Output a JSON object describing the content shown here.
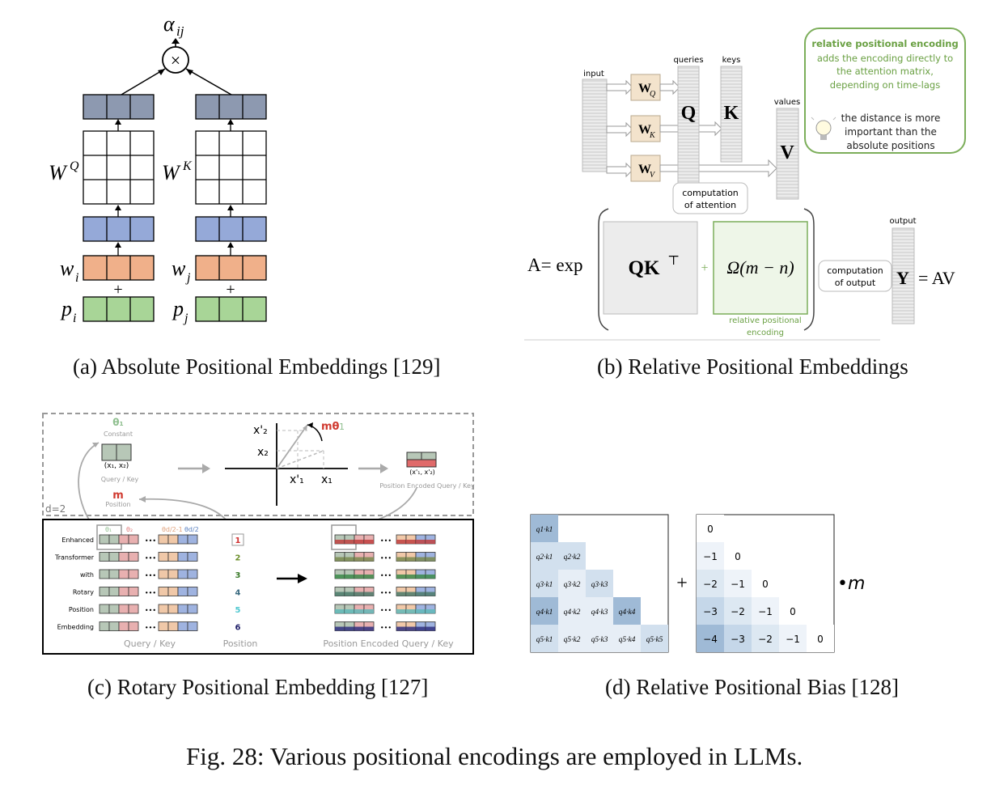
{
  "figure_caption": "Fig. 28: Various positional encodings are employed in LLMs.",
  "panels": {
    "a": {
      "caption": "(a) Absolute Positional Embeddings [129]",
      "alpha_label": "α",
      "alpha_sub": "ij",
      "times_symbol": "×",
      "wq_label": "W",
      "wq_sup": "Q",
      "wk_label": "W",
      "wk_sup": "K",
      "wi_label": "w",
      "wi_sub": "i",
      "wj_label": "w",
      "wj_sub": "j",
      "pi_label": "p",
      "pi_sub": "i",
      "pj_label": "p",
      "pj_sub": "j",
      "plus": "+",
      "colors": {
        "query_key": "#8d99b0",
        "projected": "#95a9d8",
        "word": "#f0b08a",
        "position": "#a8d597"
      }
    },
    "b": {
      "caption": "(b) Relative Positional Embeddings",
      "input_label": "input",
      "queries_label": "queries",
      "keys_label": "keys",
      "values_label": "values",
      "output_label": "output",
      "wq": "W",
      "wq_sub": "Q",
      "wk": "W",
      "wk_sub": "K",
      "wv": "W",
      "wv_sub": "V",
      "q": "Q",
      "k": "K",
      "v": "V",
      "box_title": "relative positional encoding",
      "box_line1": "adds the encoding directly to",
      "box_line2": "the attention matrix,",
      "box_line3": "depending on time-lags",
      "box_note1": "the distance is more",
      "box_note2": "important than the",
      "box_note3": "absolute positions",
      "comp_attention_1": "computation",
      "comp_attention_2": "of attention",
      "a_eq": "A= exp",
      "qkt": "QK",
      "qkt_sup": "⊤",
      "plus": "+",
      "omega": "Ω(m − n)",
      "rel_enc_1": "relative positional",
      "rel_enc_2": "encoding",
      "comp_output_1": "computation",
      "comp_output_2": "of output",
      "y_eq": "Y",
      "av_eq": "= AV",
      "colors": {
        "green": "#7cae5a",
        "weight": "#f3e3cc"
      }
    },
    "c": {
      "caption": "(c) Rotary Positional Embedding [127]",
      "theta1": "θ₁",
      "constant": "Constant",
      "x_pair": "(x₁, x₂)",
      "query_key_small": "Query / Key",
      "m_label": "m",
      "position_small": "Position",
      "d_label": "d=2",
      "xp2": "x'₂",
      "x2": "x₂",
      "xp1": "x'₁",
      "x1": "x₁",
      "m_theta": "mθ",
      "m_theta_sub": "1",
      "xp_pair": "(x'₁, x'₂)",
      "pe_query_key_small": "Position Encoded Query / Key",
      "header_theta1": "θ₁",
      "header_theta2": "θ₂",
      "header_theta_d2_1": "θd/2-1",
      "header_theta_d2": "θd/2",
      "words": [
        "Enhanced",
        "Transformer",
        "with",
        "Rotary",
        "Position",
        "Embedding"
      ],
      "positions": [
        "1",
        "2",
        "3",
        "4",
        "5",
        "6"
      ],
      "position_colors": [
        "#d03030",
        "#6b8f2a",
        "#3a7a2a",
        "#3a6a80",
        "#50c8d0",
        "#20206a"
      ],
      "out_colors": [
        "#c04040",
        "#7a8a50",
        "#3c8a4a",
        "#4a7a6a",
        "#60b8b8",
        "#303080"
      ],
      "bottom_query_key": "Query / Key",
      "bottom_position": "Position",
      "bottom_pe": "Position Encoded Query / Key",
      "ellipsis": "•••"
    },
    "d": {
      "caption": "(d) Relative Positional Bias [128]",
      "qk_rows": [
        [
          "q1·k1"
        ],
        [
          "q2·k1",
          "q2·k2"
        ],
        [
          "q3·k1",
          "q3·k2",
          "q3·k3"
        ],
        [
          "q4·k1",
          "q4·k2",
          "q4·k3",
          "q4·k4"
        ],
        [
          "q5·k1",
          "q5·k2",
          "q5·k3",
          "q5·k4",
          "q5·k5"
        ]
      ],
      "bias_rows": [
        [
          "0"
        ],
        [
          "−1",
          "0"
        ],
        [
          "−2",
          "−1",
          "0"
        ],
        [
          "−3",
          "−2",
          "−1",
          "0"
        ],
        [
          "−4",
          "−3",
          "−2",
          "−1",
          "0"
        ]
      ],
      "plus": "+",
      "times_m": "•m"
    }
  }
}
